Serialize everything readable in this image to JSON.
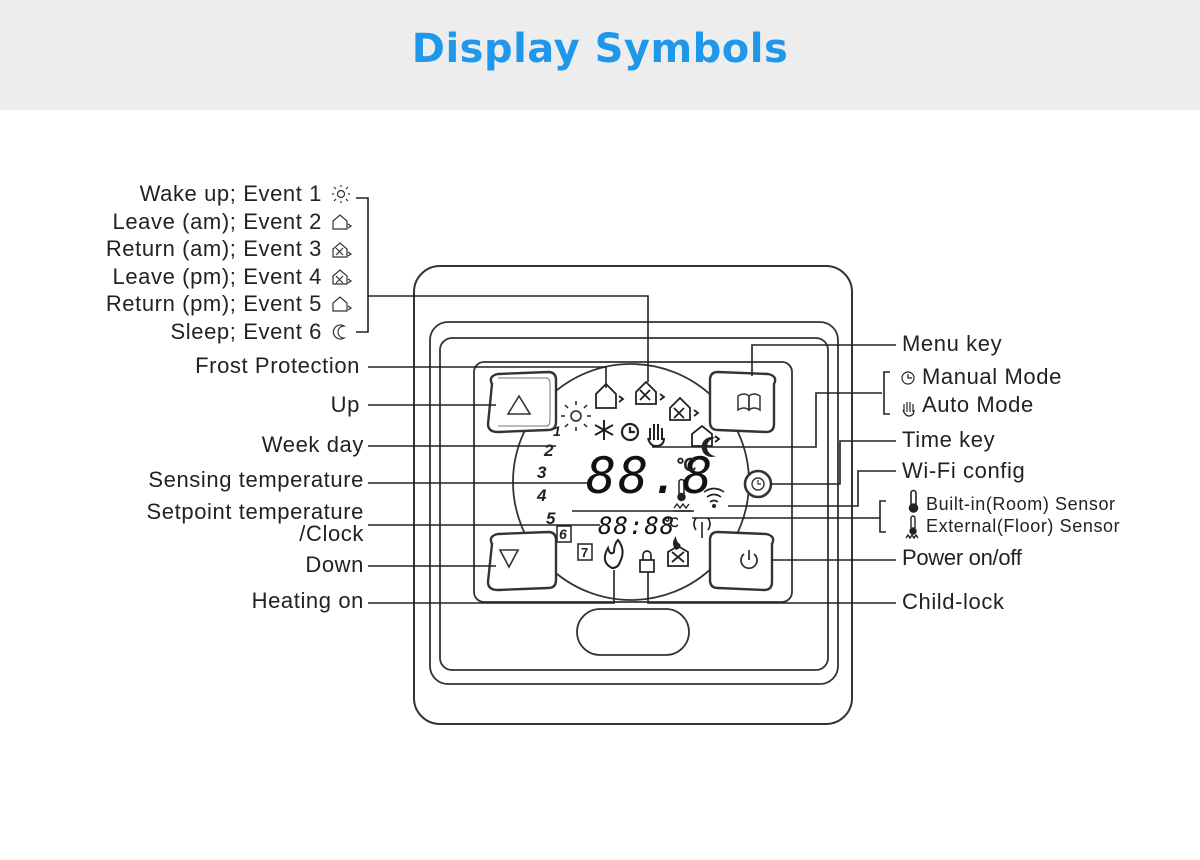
{
  "header": {
    "title": "Display Symbols"
  },
  "events": [
    {
      "label": "Wake up; Event 1",
      "icon": "sun-icon"
    },
    {
      "label": "Leave (am); Event 2",
      "icon": "house-leave-icon"
    },
    {
      "label": "Return (am); Event 3",
      "icon": "house-return-icon"
    },
    {
      "label": "Leave (pm); Event 4",
      "icon": "house-leave-icon"
    },
    {
      "label": "Return (pm); Event 5",
      "icon": "house-return-icon"
    },
    {
      "label": "Sleep; Event 6",
      "icon": "moon-icon"
    }
  ],
  "left_labels": {
    "frost": "Frost Protection",
    "up": "Up",
    "weekday": "Week day",
    "sensing": "Sensing temperature",
    "setpoint": "Setpoint temperature",
    "clock": "/Clock",
    "down": "Down",
    "heating": "Heating on"
  },
  "right_labels": {
    "menu": "Menu key",
    "manual": "Manual Mode",
    "auto": "Auto Mode",
    "time": "Time key",
    "wifi": "Wi-Fi config",
    "builtin": "Built-in(Room) Sensor",
    "external": "External(Floor) Sensor",
    "power": "Power on/off",
    "childlock": "Child-lock"
  },
  "display": {
    "main_digits": "88.8",
    "small_digits": "88:88",
    "unit": "℃",
    "weekdays": [
      "1",
      "2",
      "3",
      "4",
      "5",
      "6",
      "7"
    ]
  }
}
